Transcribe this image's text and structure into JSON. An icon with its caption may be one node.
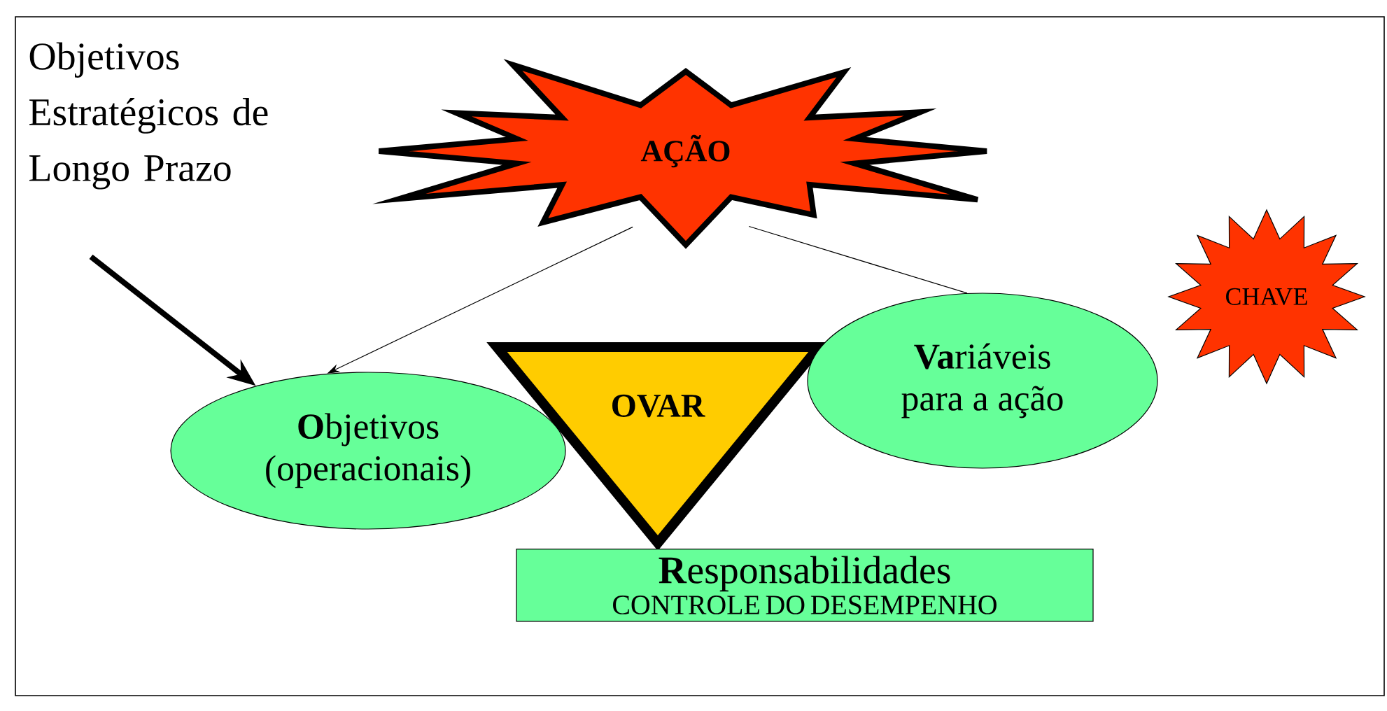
{
  "diagram": {
    "nodes": [
      {
        "text": [
          "Objetivos Estratégicos de Longo Prazo"
        ]
      },
      {
        "text": [
          "AÇÃO"
        ]
      },
      {
        "text": [
          "**O**bjetivos",
          "(operacionais)"
        ]
      },
      {
        "text": [
          "OVAR"
        ]
      },
      {
        "text": [
          "**Va**riáveis",
          "para a ação"
        ]
      },
      {
        "text": [
          "CHAVE"
        ]
      },
      {
        "text": [
          "**R**esponsabilidades",
          "CONTROLE DO DESEMPENHO"
        ]
      }
    ],
    "edges": [
      {
        "from": 0,
        "to": 2,
        "arrow": "to",
        "style": "thick"
      },
      {
        "from": 1,
        "to": 2,
        "arrow": "to"
      },
      {
        "from": 1,
        "to": 4,
        "arrow": "none"
      }
    ]
  }
}
